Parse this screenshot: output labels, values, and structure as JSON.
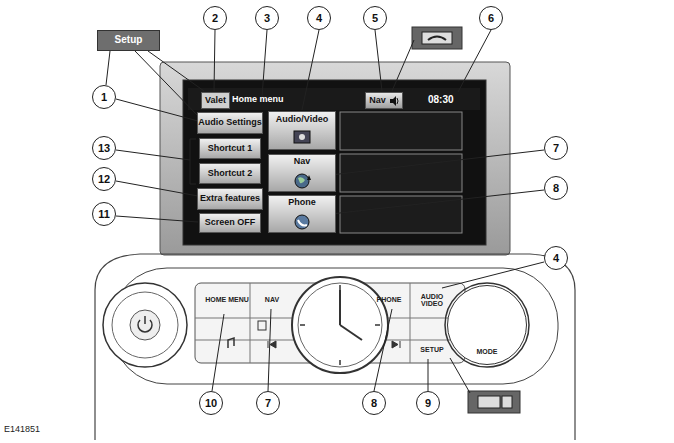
{
  "diagram": {
    "nodes": [
      {
        "text": [
          "Setup"
        ]
      },
      {
        "text": [
          "Valet"
        ]
      },
      {
        "text": [
          "Nav"
        ]
      },
      {
        "text": [
          "Audio Settings"
        ]
      },
      {
        "text": [
          "Shortcut 1"
        ]
      },
      {
        "text": [
          "Shortcut 2"
        ]
      },
      {
        "text": [
          "Extra features"
        ]
      },
      {
        "text": [
          "Screen OFF"
        ]
      },
      {
        "text": [
          "Audio/Video"
        ]
      },
      {
        "text": [
          "Nav"
        ]
      },
      {
        "text": [
          "Phone"
        ]
      },
      {
        "text": [
          "HOME MENU"
        ]
      },
      {
        "text": [
          "NAV"
        ]
      },
      {
        "text": [
          "PHONE"
        ]
      },
      {
        "text": [
          "AUDIO VIDEO"
        ]
      },
      {
        "text": [
          "SETUP"
        ]
      },
      {
        "text": [
          "MODE"
        ]
      }
    ],
    "labels": [
      "2",
      "3",
      "4",
      "5",
      "6",
      "1",
      "13",
      "7",
      "12",
      "8",
      "11",
      "4",
      "10",
      "7",
      "8",
      "9",
      "Home menu",
      "08:30",
      "E141851"
    ]
  }
}
